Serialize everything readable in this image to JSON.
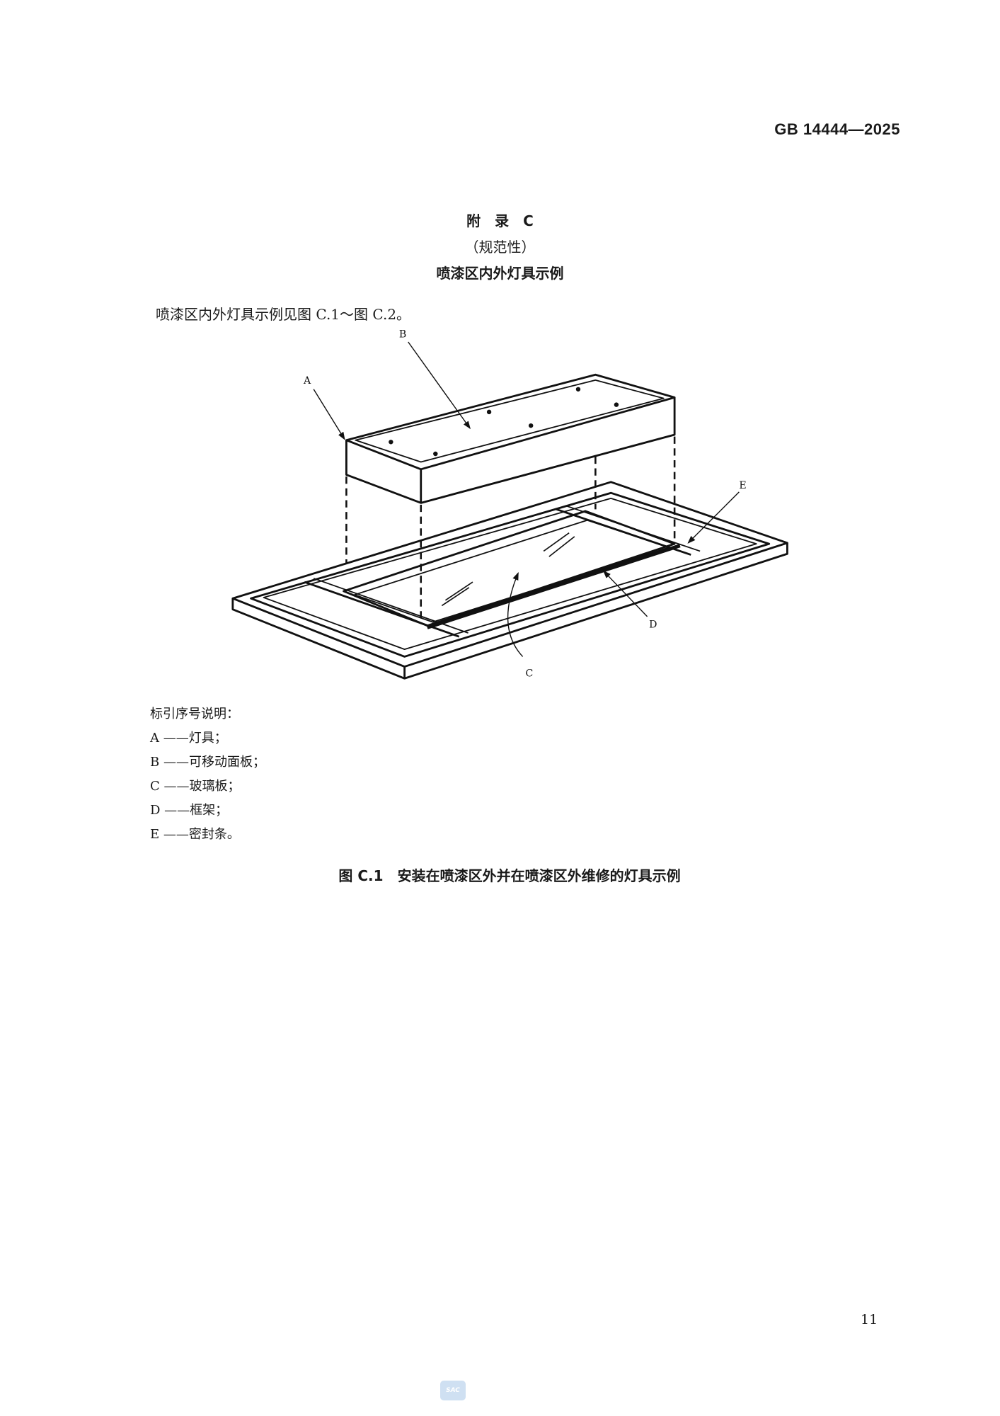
{
  "header": {
    "standard_number": "GB 14444—2025"
  },
  "appendix": {
    "title": "附　录　C",
    "nature": "（规范性）",
    "subtitle": "喷漆区内外灯具示例"
  },
  "intro": "喷漆区内外灯具示例见图 C.1～图 C.2。",
  "figure": {
    "labels": {
      "A": "A",
      "B": "B",
      "C": "C",
      "D": "D",
      "E": "E"
    },
    "legend_title": "标引序号说明：",
    "legend": [
      "A ——灯具；",
      "B ——可移动面板；",
      "C ——玻璃板；",
      "D ——框架；",
      "E ——密封条。"
    ],
    "caption": "图 C.1　安装在喷漆区外并在喷漆区外维修的灯具示例"
  },
  "page_number": "11",
  "watermark": "SAC"
}
